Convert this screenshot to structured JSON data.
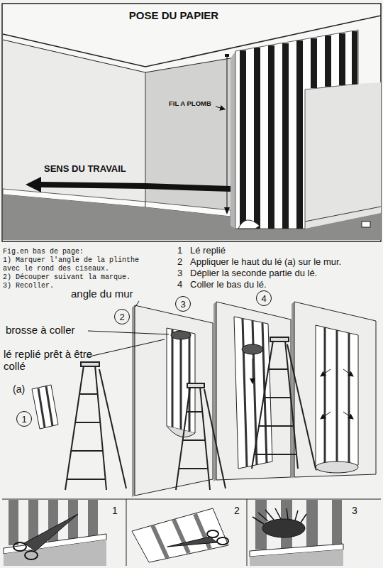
{
  "diagram": {
    "title": "POSE DU PAPIER",
    "nodes": [
      {
        "text": [
          "1"
        ]
      },
      {
        "text": [
          "2"
        ]
      },
      {
        "text": [
          "3"
        ]
      },
      {
        "text": [
          "4"
        ]
      }
    ],
    "labels": [
      "FIL A PLOMB",
      "SENS DU TRAVAIL",
      "Fig.en bas de page:",
      "1) Marquer l'angle de la plinthe avec le rond des ciseaux.",
      "2) Découper suivant la marque.",
      "3) Recoller.",
      "1",
      "Lé replié",
      "2",
      "Appliquer le haut du lé (a) sur le mur.",
      "3",
      "Déplier la seconde partie du lé.",
      "4",
      "Coller le bas du lé.",
      "angle du mur",
      "brosse à coller",
      "lé replié prêt à être collé",
      "(a)",
      "1",
      "2",
      "3"
    ]
  }
}
